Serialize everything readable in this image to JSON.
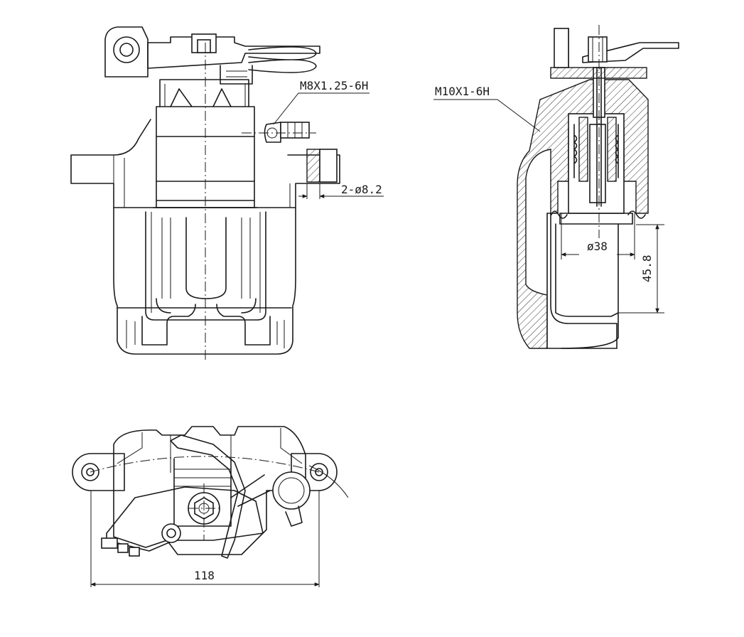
{
  "colors": {
    "line": "#1a1a1a",
    "background": "#ffffff"
  },
  "labels": {
    "thread_bleed_port": "M8X1.25-6H",
    "thread_inlet": "M10X1-6H",
    "mount_holes": "2-ø8.2",
    "piston_diameter": "ø38",
    "piston_depth": "45.8",
    "mount_spacing": "118"
  }
}
